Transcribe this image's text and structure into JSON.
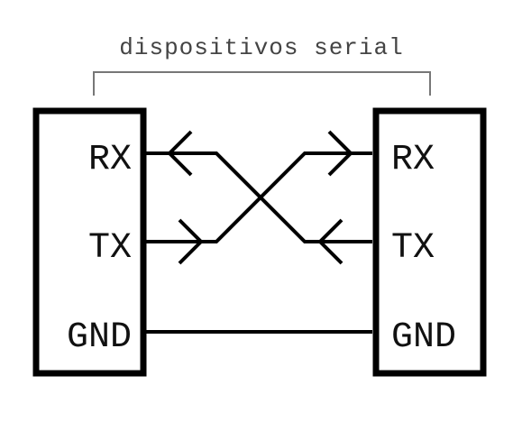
{
  "diagram": {
    "title": "dispositivos serial",
    "left_device": {
      "pins": {
        "rx": "RX",
        "tx": "TX",
        "gnd": "GND"
      }
    },
    "right_device": {
      "pins": {
        "rx": "RX",
        "tx": "TX",
        "gnd": "GND"
      }
    },
    "colors": {
      "line": "#000000",
      "bracket": "#777777",
      "title": "#444444"
    }
  }
}
